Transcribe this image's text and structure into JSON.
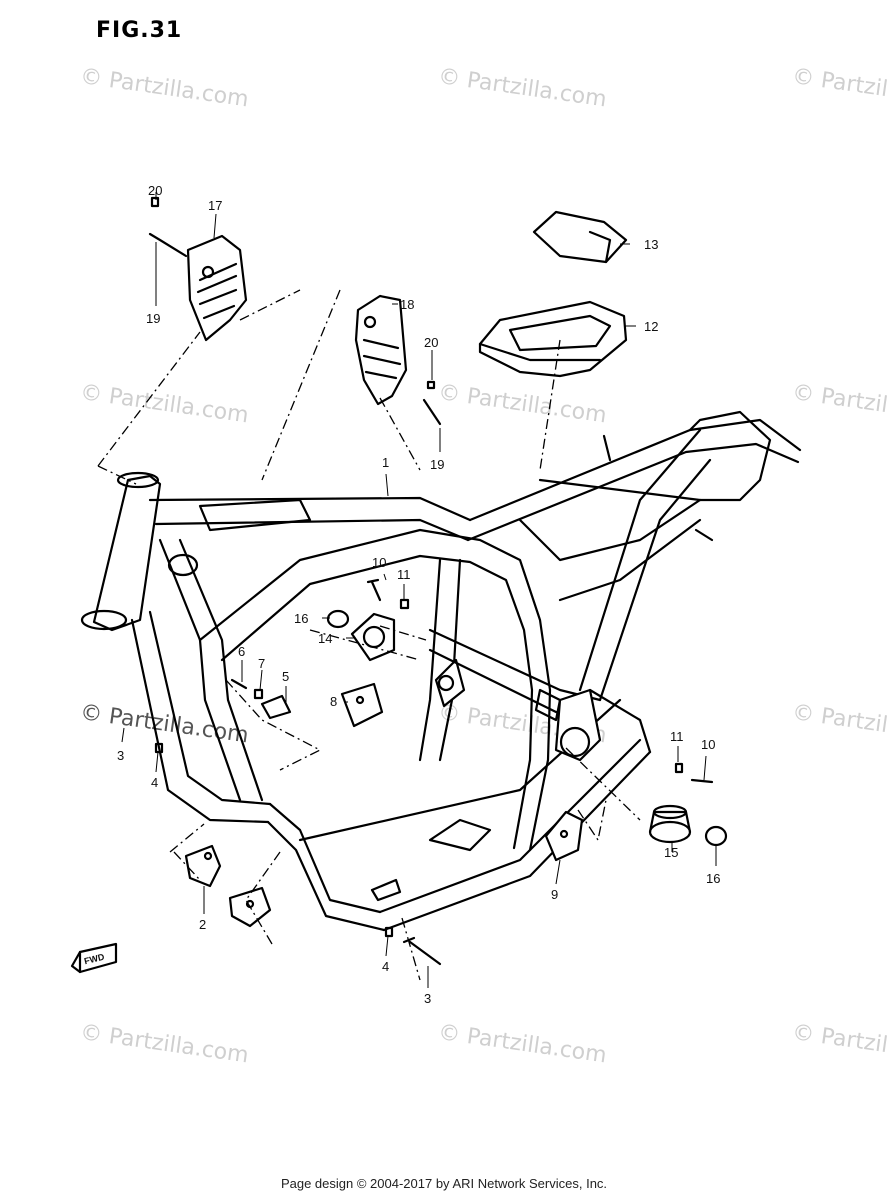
{
  "figure": {
    "title": "FIG.31"
  },
  "watermark": {
    "text": "© Partzilla.com"
  },
  "callouts": {
    "c1": "1",
    "c2": "2",
    "c3a": "3",
    "c3b": "3",
    "c4a": "4",
    "c4b": "4",
    "c5": "5",
    "c6": "6",
    "c7": "7",
    "c8": "8",
    "c9": "9",
    "c10a": "10",
    "c10b": "10",
    "c11a": "11",
    "c11b": "11",
    "c12": "12",
    "c13": "13",
    "c14": "14",
    "c15": "15",
    "c16a": "16",
    "c16b": "16",
    "c17": "17",
    "c18": "18",
    "c19a": "19",
    "c19b": "19",
    "c20a": "20",
    "c20b": "20"
  },
  "fwd_label": "FWD",
  "footer": {
    "text": "Page design © 2004-2017 by ARI Network Services, Inc."
  }
}
